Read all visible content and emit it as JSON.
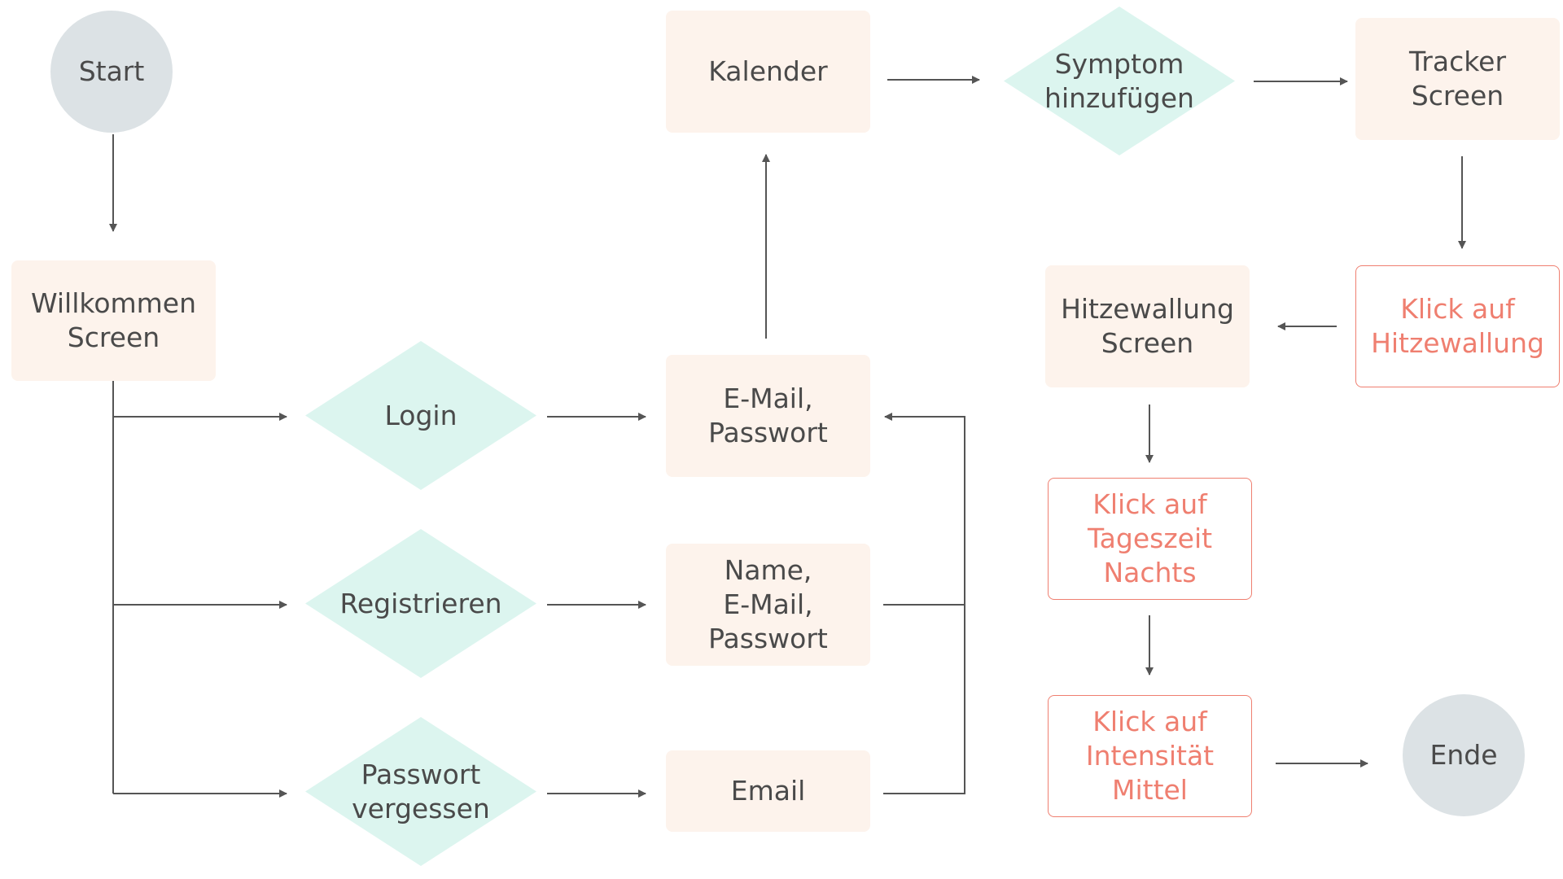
{
  "colors": {
    "screen_fill": "#fdf3ec",
    "decision_fill": "#dcf5ef",
    "terminal_fill": "#dce2e5",
    "action_text": "#ef7f70",
    "action_border": "#ef7f70",
    "text": "#4a4a4a",
    "connector": "#555555"
  },
  "nodes": {
    "start": "Start",
    "willkommen": "Willkommen\nScreen",
    "login": "Login",
    "registrieren": "Registrieren",
    "passwort_vergessen": "Passwort\nvergessen",
    "email_passwort": "E-Mail,\nPasswort",
    "name_email_passwort": "Name,\nE-Mail,\nPasswort",
    "email": "Email",
    "kalender": "Kalender",
    "symptom": "Symptom\nhinzufügen",
    "tracker": "Tracker\nScreen",
    "klick_hitzewallung": "Klick auf\nHitzewallung",
    "hitzewallung_screen": "Hitzewallung\nScreen",
    "klick_tageszeit": "Klick auf\nTageszeit\nNachts",
    "klick_intensitaet": "Klick auf\nIntensität\nMittel",
    "ende": "Ende"
  },
  "edges": [
    {
      "from": "start",
      "to": "willkommen"
    },
    {
      "from": "willkommen",
      "to": "login"
    },
    {
      "from": "willkommen",
      "to": "registrieren"
    },
    {
      "from": "willkommen",
      "to": "passwort_vergessen"
    },
    {
      "from": "login",
      "to": "email_passwort"
    },
    {
      "from": "registrieren",
      "to": "name_email_passwort"
    },
    {
      "from": "passwort_vergessen",
      "to": "email"
    },
    {
      "from": "name_email_passwort",
      "to": "email_passwort"
    },
    {
      "from": "email",
      "to": "email_passwort"
    },
    {
      "from": "email_passwort",
      "to": "kalender"
    },
    {
      "from": "kalender",
      "to": "symptom"
    },
    {
      "from": "symptom",
      "to": "tracker"
    },
    {
      "from": "tracker",
      "to": "klick_hitzewallung"
    },
    {
      "from": "klick_hitzewallung",
      "to": "hitzewallung_screen"
    },
    {
      "from": "hitzewallung_screen",
      "to": "klick_tageszeit"
    },
    {
      "from": "klick_tageszeit",
      "to": "klick_intensitaet"
    },
    {
      "from": "klick_intensitaet",
      "to": "ende"
    }
  ]
}
